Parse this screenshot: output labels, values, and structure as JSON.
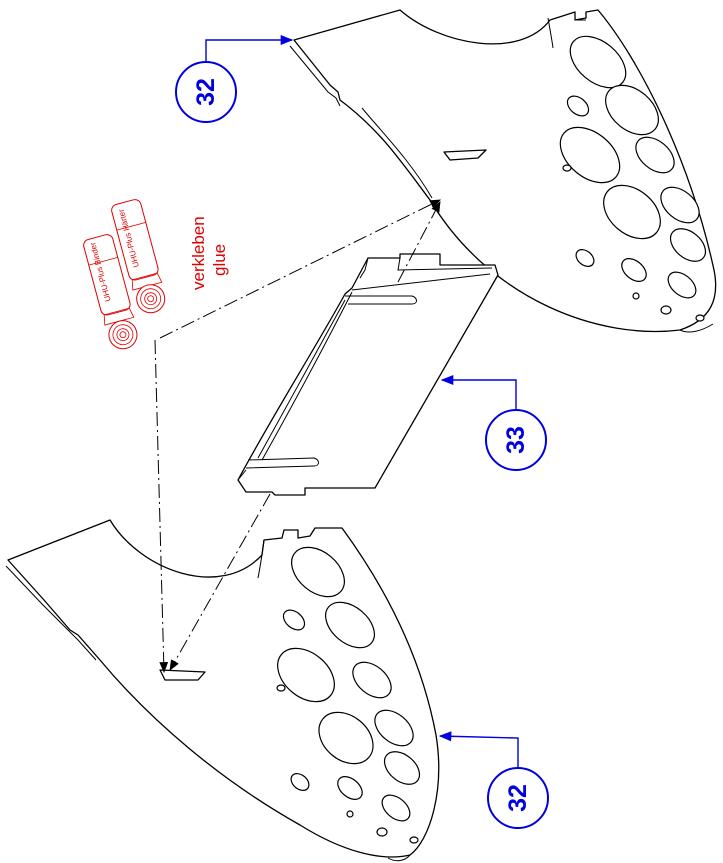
{
  "callouts": {
    "top": "32",
    "middle": "33",
    "bottom": "32"
  },
  "glue": {
    "line1": "verkleben",
    "line2": "glue"
  },
  "tubes": {
    "left": "UHU-Plus Binder",
    "right": "UHU-Plus Härter"
  },
  "colors": {
    "callout": "#0000e0",
    "glue": "#e00000",
    "line": "#000000"
  }
}
